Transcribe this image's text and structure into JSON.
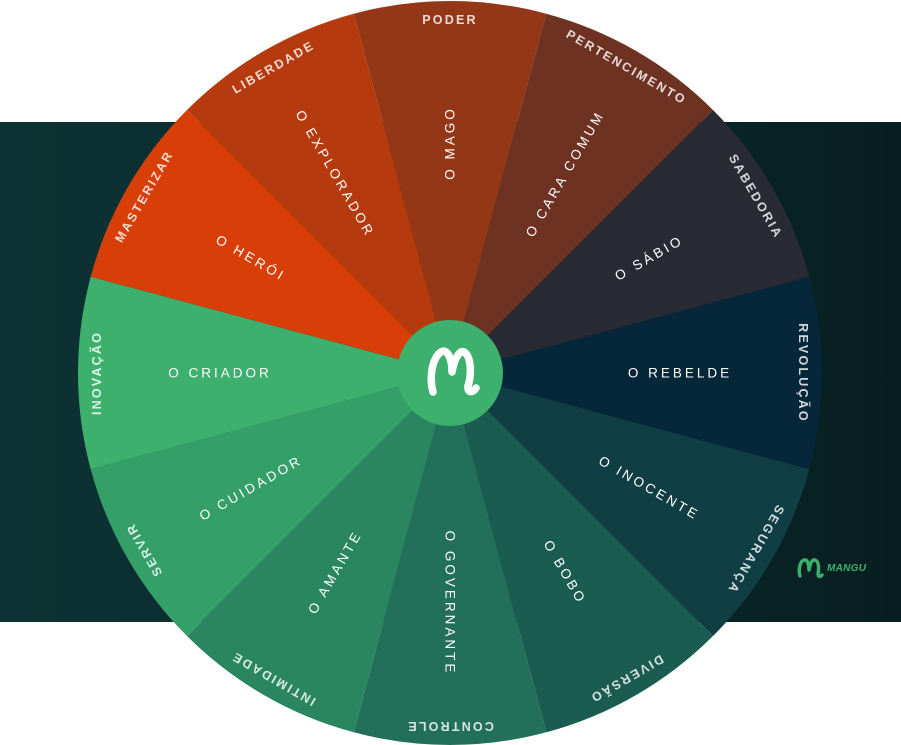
{
  "brand": {
    "name": "MANGU",
    "mark": "M",
    "accent": "#3db06e"
  },
  "wheel": {
    "segments": [
      {
        "archetype": "O MAGO",
        "value": "PODER",
        "color": "#943717"
      },
      {
        "archetype": "O CARA COMUM",
        "value": "PERTENCIMENTO",
        "color": "#6e3222"
      },
      {
        "archetype": "O SÁBIO",
        "value": "SABEDORIA",
        "color": "#282b33"
      },
      {
        "archetype": "O REBELDE",
        "value": "REVOLUÇÃO",
        "color": "#06263a"
      },
      {
        "archetype": "O INOCENTE",
        "value": "SEGURANÇA",
        "color": "#0f3f45"
      },
      {
        "archetype": "O BOBO",
        "value": "DIVERSÃO",
        "color": "#1b5c51"
      },
      {
        "archetype": "O GOVERNANTE",
        "value": "CONTROLE",
        "color": "#23705a"
      },
      {
        "archetype": "O AMANTE",
        "value": "INTIMIDADE",
        "color": "#2a8660"
      },
      {
        "archetype": "O CUIDADOR",
        "value": "SERVIR",
        "color": "#34a068"
      },
      {
        "archetype": "O CRIADOR",
        "value": "INOVAÇÃO",
        "color": "#3db06e"
      },
      {
        "archetype": "O HERÓI",
        "value": "MASTERIZAR",
        "color": "#d73e08"
      },
      {
        "archetype": "O EXPLORADOR",
        "value": "LIBERDADE",
        "color": "#b53b0f"
      }
    ]
  }
}
